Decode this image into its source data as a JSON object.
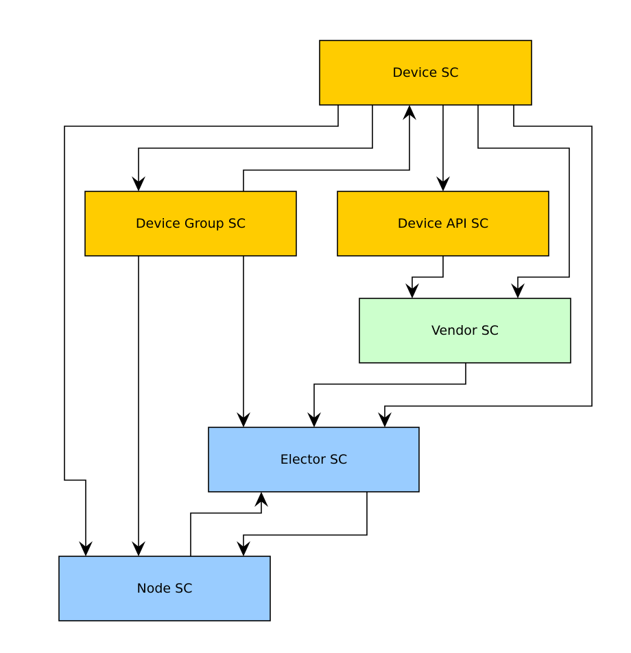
{
  "diagram": {
    "type": "flowchart",
    "nodes": [
      {
        "id": "device",
        "label": "Device SC",
        "color": "#ffcc00"
      },
      {
        "id": "device_group",
        "label": "Device Group SC",
        "color": "#ffcc00"
      },
      {
        "id": "device_api",
        "label": "Device API SC",
        "color": "#ffcc00"
      },
      {
        "id": "vendor",
        "label": "Vendor SC",
        "color": "#ccffcc"
      },
      {
        "id": "elector",
        "label": "Elector SC",
        "color": "#99ccff"
      },
      {
        "id": "node",
        "label": "Node SC",
        "color": "#99ccff"
      }
    ],
    "edges": [
      {
        "from": "device",
        "to": "node"
      },
      {
        "from": "device",
        "to": "device_group"
      },
      {
        "from": "device_group",
        "to": "device"
      },
      {
        "from": "device",
        "to": "device_api"
      },
      {
        "from": "device",
        "to": "vendor"
      },
      {
        "from": "device",
        "to": "elector"
      },
      {
        "from": "device_api",
        "to": "vendor"
      },
      {
        "from": "device_group",
        "to": "node"
      },
      {
        "from": "device_group",
        "to": "elector"
      },
      {
        "from": "vendor",
        "to": "elector"
      },
      {
        "from": "node",
        "to": "elector"
      },
      {
        "from": "elector",
        "to": "node"
      }
    ]
  }
}
